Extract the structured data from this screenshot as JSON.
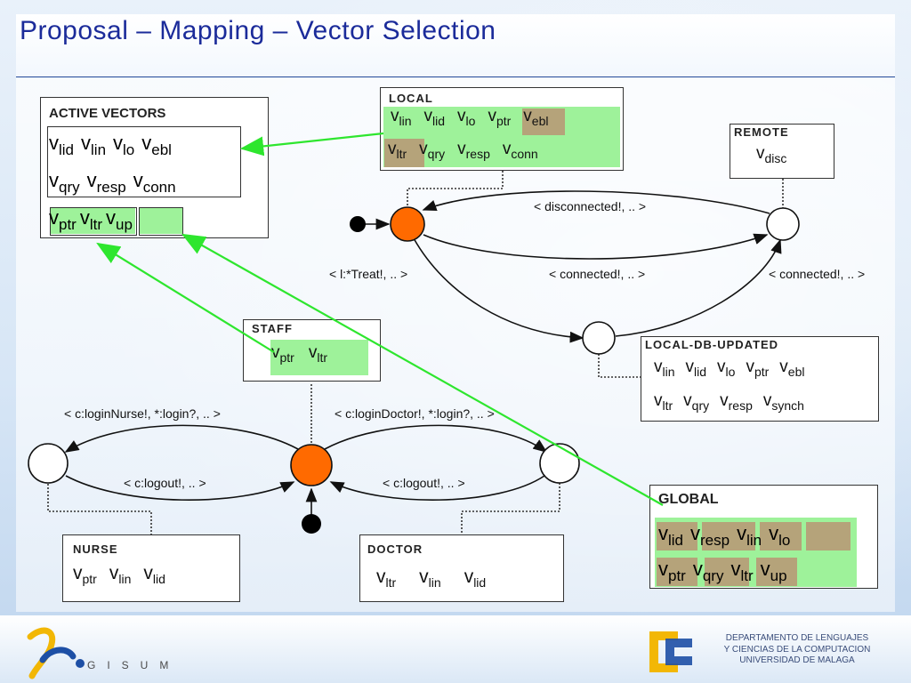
{
  "title": "Proposal – Mapping – Vector Selection",
  "active_vectors": {
    "title": "ACTIVE VECTORS",
    "row1": [
      [
        "v",
        "lid"
      ],
      [
        "v",
        "lin"
      ],
      [
        "v",
        "lo"
      ],
      [
        "v",
        "ebl"
      ]
    ],
    "row2": [
      [
        "v",
        "qry"
      ],
      [
        "v",
        "resp"
      ],
      [
        "v",
        "conn"
      ]
    ],
    "row3": [
      [
        "v",
        "ptr"
      ],
      [
        "v",
        "ltr"
      ],
      [
        "v",
        "up"
      ]
    ]
  },
  "local": {
    "title": "LOCAL",
    "row1": [
      [
        "v",
        "lin"
      ],
      [
        "v",
        "lid"
      ],
      [
        "v",
        "lo"
      ],
      [
        "v",
        "ptr"
      ],
      [
        "v",
        "ebl"
      ]
    ],
    "row2": [
      [
        "v",
        "ltr"
      ],
      [
        "v",
        "qry"
      ],
      [
        "v",
        "resp"
      ],
      [
        "v",
        "conn"
      ]
    ]
  },
  "remote": {
    "title": "REMOTE",
    "vec": [
      "v",
      "disc"
    ]
  },
  "local_db": {
    "title": "LOCAL-DB-UPDATED",
    "row1": [
      [
        "v",
        "lin"
      ],
      [
        "v",
        "lid"
      ],
      [
        "v",
        "lo"
      ],
      [
        "v",
        "ptr"
      ],
      [
        "v",
        "ebl"
      ]
    ],
    "row2": [
      [
        "v",
        "ltr"
      ],
      [
        "v",
        "qry"
      ],
      [
        "v",
        "resp"
      ],
      [
        "v",
        "synch"
      ]
    ]
  },
  "staff": {
    "title": "STAFF",
    "vecs": [
      [
        "v",
        "ptr"
      ],
      [
        "v",
        "ltr"
      ]
    ]
  },
  "nurse": {
    "title": "NURSE",
    "vecs": [
      [
        "v",
        "ptr"
      ],
      [
        "v",
        "lin"
      ],
      [
        "v",
        "lid"
      ]
    ]
  },
  "doctor": {
    "title": "DOCTOR",
    "vecs": [
      [
        "v",
        "ltr"
      ],
      [
        "v",
        "lin"
      ],
      [
        "v",
        "lid"
      ]
    ]
  },
  "global": {
    "title": "GLOBAL",
    "row1": [
      [
        "v",
        "lid"
      ],
      [
        "v",
        "resp"
      ],
      [
        "v",
        "lin"
      ],
      [
        "v",
        "lo"
      ]
    ],
    "row2": [
      [
        "v",
        "ptr"
      ],
      [
        "v",
        "qry"
      ],
      [
        "v",
        "ltr"
      ],
      [
        "v",
        "up"
      ]
    ]
  },
  "transitions": {
    "disconnected": "< disconnected!, .. >",
    "treat": "< l:*Treat!, .. >",
    "connected_mid": "< connected!, .. >",
    "connected_right": "< connected!, .. >",
    "login_nurse": "< c:loginNurse!, *:login?, .. >",
    "login_doctor": "< c:loginDoctor!, *:login?, .. >",
    "logout_left": "< c:logout!, .. >",
    "logout_right": "< c:logout!, .. >"
  },
  "footer": {
    "dept_line1": "DEPARTAMENTO DE LENGUAJES",
    "dept_line2": "Y CIENCIAS DE LA COMPUTACION",
    "dept_line3": "UNIVERSIDAD DE MALAGA",
    "gisum": "GISUM"
  },
  "colors": {
    "title": "#1b2b9a",
    "orange": "#ff6a00",
    "green": "#9ef29a",
    "tan": "#b5a37a",
    "link": "#2ee62e"
  }
}
